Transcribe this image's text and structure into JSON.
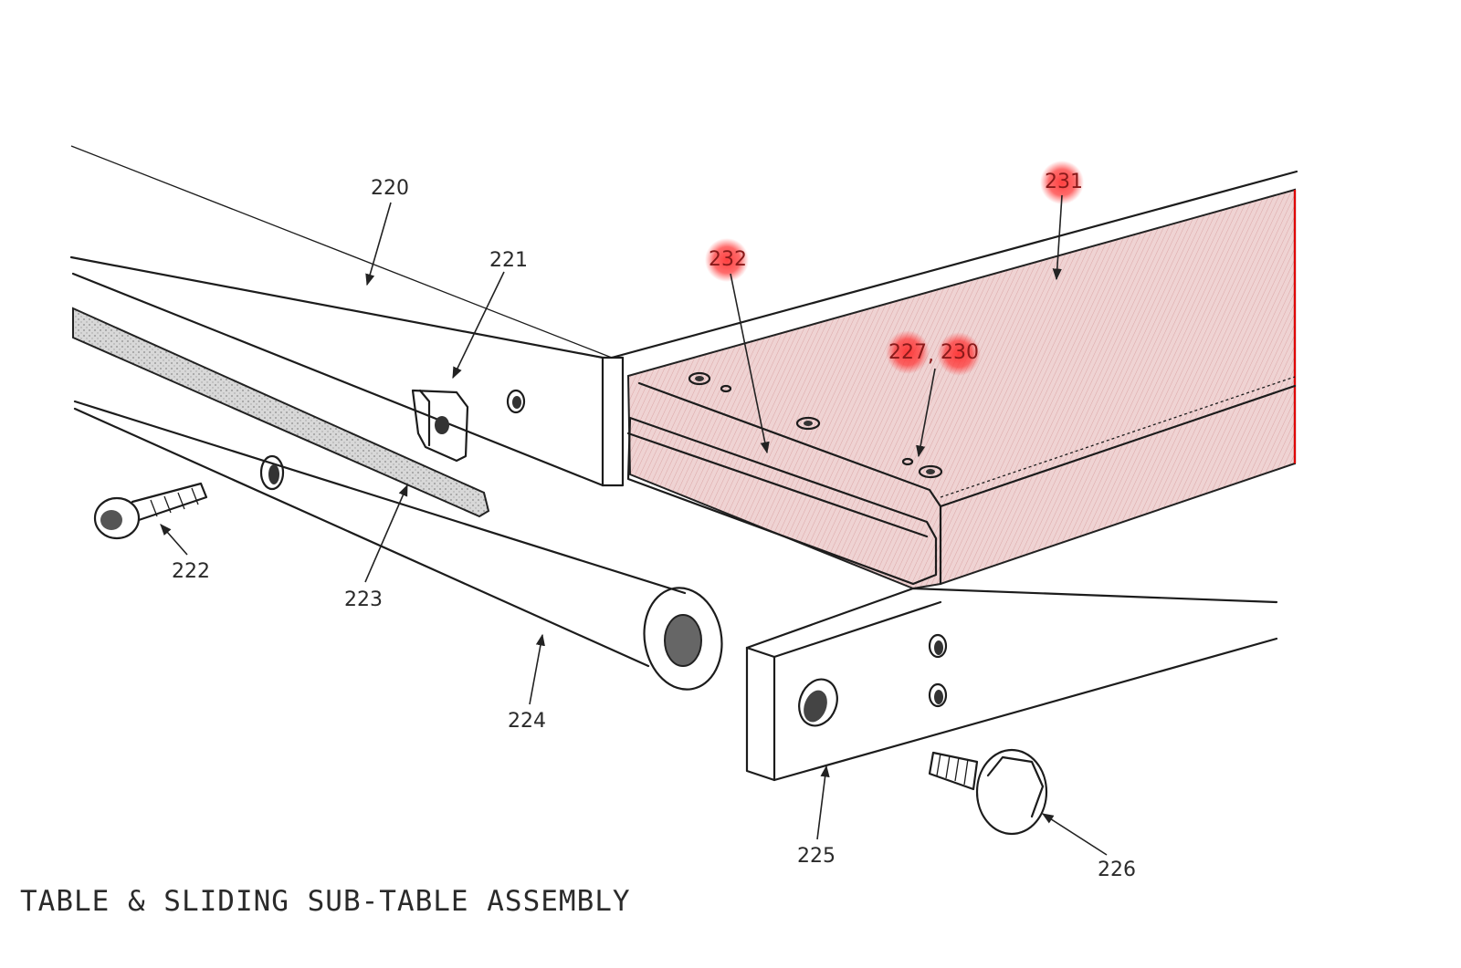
{
  "title": "TABLE & SLIDING SUB-TABLE ASSEMBLY",
  "colors": {
    "line": "#1c1c1c",
    "highlight_fill": "#d98a8a",
    "highlight_dot": "#ff2a2a",
    "edge_highlight": "#e00000"
  },
  "callouts": [
    {
      "id": "220",
      "label": "220",
      "highlighted": false
    },
    {
      "id": "221",
      "label": "221",
      "highlighted": false
    },
    {
      "id": "222",
      "label": "222",
      "highlighted": false
    },
    {
      "id": "223",
      "label": "223",
      "highlighted": false
    },
    {
      "id": "224",
      "label": "224",
      "highlighted": false
    },
    {
      "id": "225",
      "label": "225",
      "highlighted": false
    },
    {
      "id": "226",
      "label": "226",
      "highlighted": false
    },
    {
      "id": "227",
      "label": "227",
      "highlighted": true
    },
    {
      "id": "230",
      "label": "230",
      "highlighted": true
    },
    {
      "id": "231",
      "label": "231",
      "highlighted": true
    },
    {
      "id": "232",
      "label": "232",
      "highlighted": true
    }
  ],
  "callout_separator": ","
}
